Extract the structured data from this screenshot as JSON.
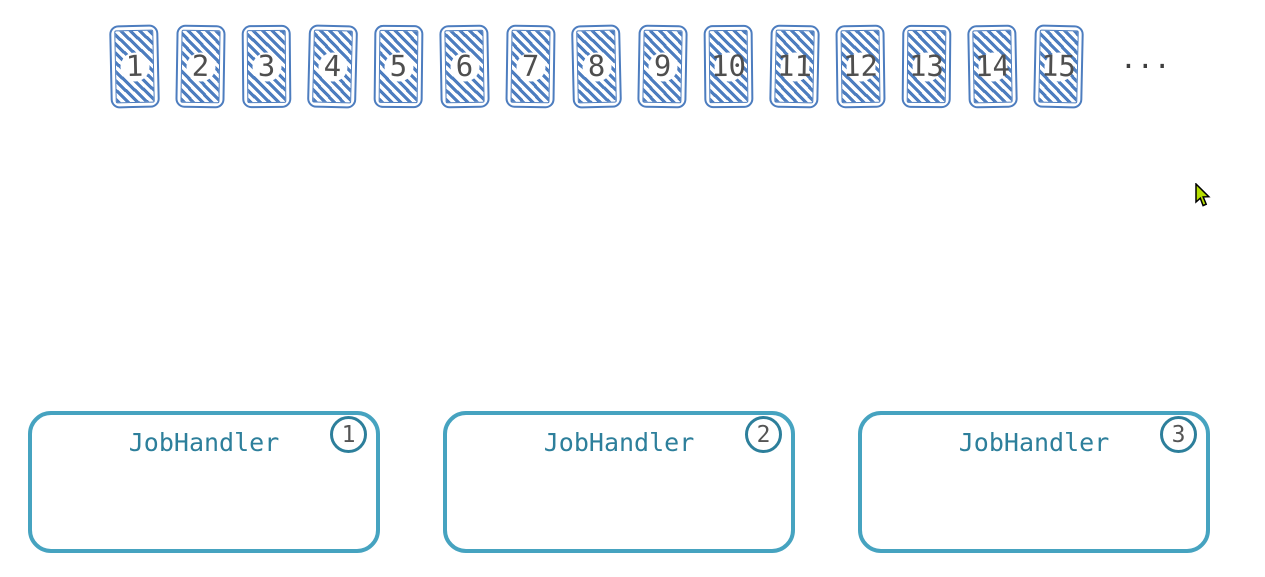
{
  "queue": {
    "cards": [
      {
        "number": "1"
      },
      {
        "number": "2"
      },
      {
        "number": "3"
      },
      {
        "number": "4"
      },
      {
        "number": "5"
      },
      {
        "number": "6"
      },
      {
        "number": "7"
      },
      {
        "number": "8"
      },
      {
        "number": "9"
      },
      {
        "number": "10"
      },
      {
        "number": "11"
      },
      {
        "number": "12"
      },
      {
        "number": "13"
      },
      {
        "number": "14"
      },
      {
        "number": "15"
      }
    ],
    "ellipsis": "..."
  },
  "handlers": [
    {
      "label": "JobHandler",
      "number": "1"
    },
    {
      "label": "JobHandler",
      "number": "2"
    },
    {
      "label": "JobHandler",
      "number": "3"
    }
  ],
  "cursor": {
    "icon": "mouse-pointer-icon"
  },
  "colors": {
    "card_blue": "#4d7dbf",
    "handler_teal": "#46a3c0",
    "handler_dark_teal": "#2d7f9b",
    "number_gray": "#4f4f4f",
    "ellipsis_gray": "#3e3e3e",
    "cursor_green": "#b6df00",
    "background": "#ffffff"
  }
}
